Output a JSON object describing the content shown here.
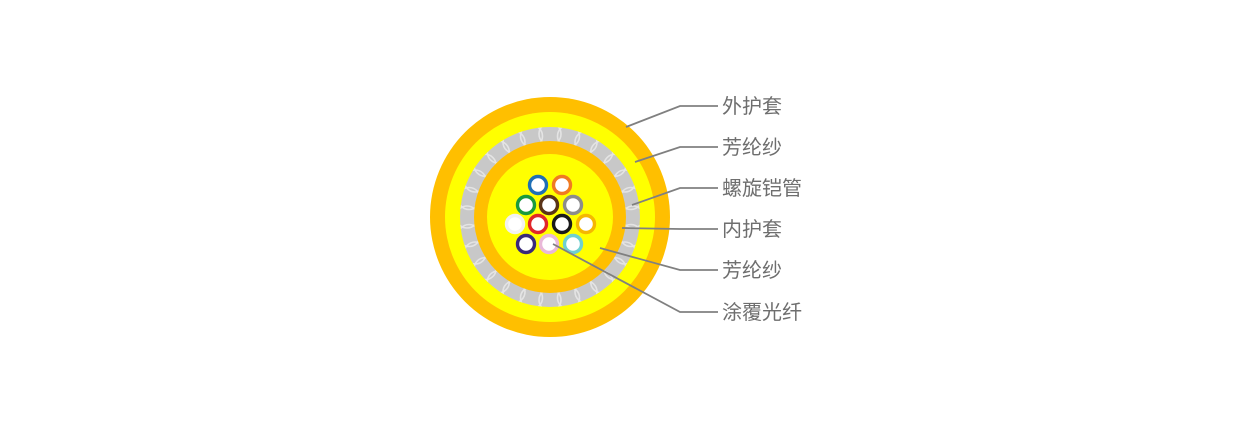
{
  "colors": {
    "outer_jacket": "#ffbf00",
    "aramid_yarn": "#ffff00",
    "armor_tube": "#c8c8c8",
    "armor_stripe": "#e4e4e4",
    "inner_jacket": "#ffbf00",
    "inner_aramid": "#ffff00",
    "fiber_core": "#ffffff",
    "leader_line": "#808080",
    "label_text": "#6e6e6e"
  },
  "labels": [
    {
      "id": "outer-jacket",
      "text": "外护套"
    },
    {
      "id": "aramid-yarn-outer",
      "text": "芳纶纱"
    },
    {
      "id": "spiral-armor-tube",
      "text": "螺旋铠管"
    },
    {
      "id": "inner-jacket",
      "text": "内护套"
    },
    {
      "id": "aramid-yarn-inner",
      "text": "芳纶纱"
    },
    {
      "id": "coated-fiber",
      "text": "涂覆光纤"
    }
  ],
  "fibers": [
    {
      "name": "fiber-blue",
      "color": "#1f6fb5"
    },
    {
      "name": "fiber-orange",
      "color": "#f07a22"
    },
    {
      "name": "fiber-green",
      "color": "#1a9a3c"
    },
    {
      "name": "fiber-brown",
      "color": "#5a3418"
    },
    {
      "name": "fiber-gray",
      "color": "#8c8c8c"
    },
    {
      "name": "fiber-white",
      "color": "#f2f2f2"
    },
    {
      "name": "fiber-red",
      "color": "#e0262a"
    },
    {
      "name": "fiber-black",
      "color": "#1a1a1a"
    },
    {
      "name": "fiber-yellow",
      "color": "#f5b800"
    },
    {
      "name": "fiber-violet",
      "color": "#3a2a7a"
    },
    {
      "name": "fiber-pink",
      "color": "#e9b8d8"
    },
    {
      "name": "fiber-aqua",
      "color": "#6fd0d0"
    }
  ]
}
